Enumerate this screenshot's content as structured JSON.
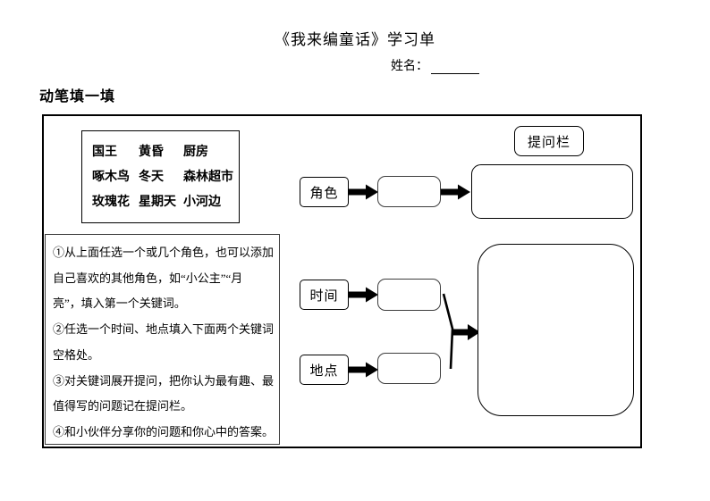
{
  "page": {
    "title": "《我来编童话》学习单",
    "name_label": "姓名：",
    "section_heading": "动笔填一填"
  },
  "word_bank": {
    "words": [
      "国王",
      "黄昏",
      "厨房",
      "啄木鸟",
      "冬天",
      "森林超市",
      "玫瑰花",
      "星期天",
      "小河边"
    ]
  },
  "diagram": {
    "question_bar_label": "提问栏",
    "keyword_rows": [
      {
        "label": "角色"
      },
      {
        "label": "时间"
      },
      {
        "label": "地点"
      }
    ]
  },
  "instructions": {
    "lines": [
      "①从上面任选一个或几个角色，也可以添加",
      "自己喜欢的其他角色，如“小公主”“月",
      "亮”，填入第一个关键词。",
      "②任选一个时间、地点填入下面两个关键词",
      "空格处。",
      "③对关键词展开提问，把你认为最有趣、最",
      "值得写的问题记在提问栏。",
      "④和小伙伴分享你的问题和你心中的答案。"
    ]
  },
  "colors": {
    "ink": "#000000",
    "box_border": "#3d3d3d",
    "background": "#ffffff"
  }
}
